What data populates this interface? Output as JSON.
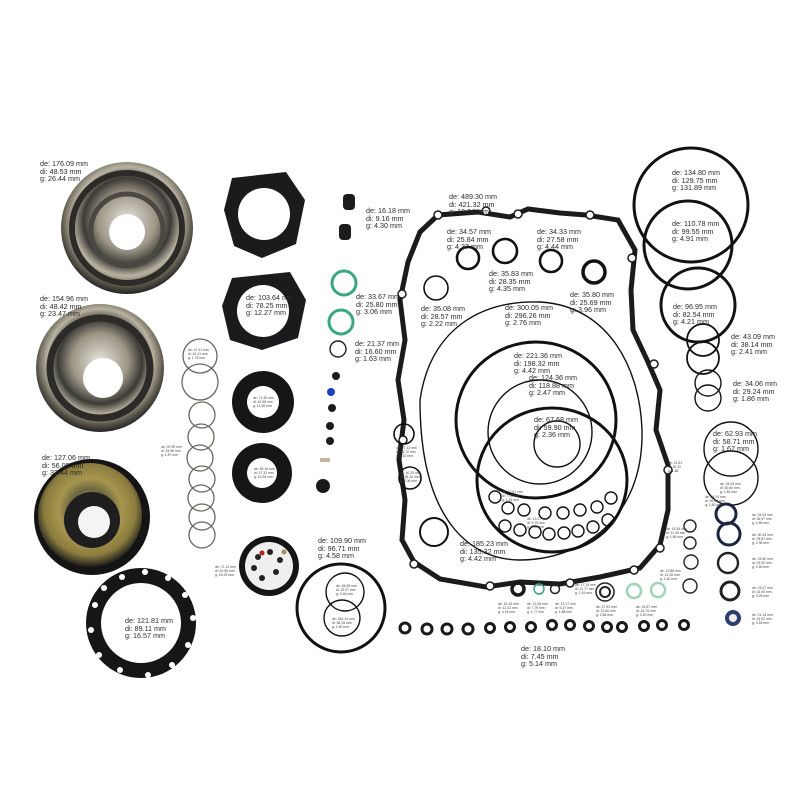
{
  "image": {
    "subject": "Automatic transmission overhaul gasket and seal kit with dimension annotations",
    "background_color": "#ffffff",
    "colors": {
      "rubber_black": "#1a1a1c",
      "metal_piston": "#8a8372",
      "metal_piston_gold": "#9a8b54",
      "green_ring": "#3aa77f",
      "blue_ball": "#1f3cc2",
      "label_text": "#2b2b2b"
    }
  },
  "labels": [
    {
      "id": "piston-1",
      "de": "de: 176.09 mm",
      "di": "di: 48.53 mm",
      "g": "g: 26.44 mm"
    },
    {
      "id": "piston-2",
      "de": "de: 154.96 mm",
      "di": "di: 48.42 mm",
      "g": "g: 23.47 mm"
    },
    {
      "id": "piston-3",
      "de": "de: 127.06 mm",
      "di": "di: 56.05 mm",
      "g": "g: 32.44 mm"
    },
    {
      "id": "gasket-round",
      "de": "de: 121.81 mm",
      "di": "di: 89.11 mm",
      "g": "g: 16.57 mm"
    },
    {
      "id": "gasket-square",
      "de": "de: 103.64 mm",
      "di": "di: 78.25 mm",
      "g": "g: 12.27 mm"
    },
    {
      "id": "plug-seal",
      "de": "de: 16.18 mm",
      "di": "di: 9.16 mm",
      "g": "g: 4.30 mm"
    },
    {
      "id": "green-ring",
      "de": "de: 33.67 mm",
      "di": "di: 25.80 mm",
      "g": "g: 3.06 mm"
    },
    {
      "id": "small-oring",
      "de": "de: 21.37 mm",
      "di": "di: 16.60 mm",
      "g": "g: 1.63 mm"
    },
    {
      "id": "main-gasket",
      "de": "de: 489.30 mm",
      "di": "di: 421.32 mm",
      "g": "g: 18.04 mm"
    },
    {
      "id": "oring-a",
      "de": "de: 34.57 mm",
      "di": "di: 25.84 mm",
      "g": "g: 4.37 mm"
    },
    {
      "id": "oring-b",
      "de": "de: 35.83 mm",
      "di": "di: 28.35 mm",
      "g": "g: 4.35 mm"
    },
    {
      "id": "oring-c",
      "de": "de: 34.33 mm",
      "di": "di: 27.58 mm",
      "g": "g: 4.44 mm"
    },
    {
      "id": "oring-d",
      "de": "de: 35.80 mm",
      "di": "di: 25.69 mm",
      "g": "g: 3.96 mm"
    },
    {
      "id": "oring-e",
      "de": "de: 35.08 mm",
      "di": "di: 28.57 mm",
      "g": "g: 2.22 mm"
    },
    {
      "id": "oring-300",
      "de": "de: 300.05 mm",
      "di": "di: 296.26 mm",
      "g": "g: 2.76 mm"
    },
    {
      "id": "oring-221",
      "de": "de: 221.36 mm",
      "di": "di: 198.32 mm",
      "g": "g: 4.42 mm"
    },
    {
      "id": "oring-124",
      "de": "de: 124.36 mm",
      "di": "di: 118.88 mm",
      "g": "g: 2.47 mm"
    },
    {
      "id": "oring-67",
      "de": "de: 67.68 mm",
      "di": "di: 59.90 mm",
      "g": "g: 2.36 mm"
    },
    {
      "id": "oring-185",
      "de": "de: 185.23 mm",
      "di": "di: 135.32 mm",
      "g": "g: 4.42 mm"
    },
    {
      "id": "oring-134",
      "de": "de: 134.80 mm",
      "di": "di: 129.75 mm",
      "g": "g: 131.89 mm"
    },
    {
      "id": "oring-110",
      "de": "de: 110.78 mm",
      "di": "di: 99.55 mm",
      "g": "g: 4.91 mm"
    },
    {
      "id": "oring-96",
      "de": "de: 96.95 mm",
      "di": "di: 82.54 mm",
      "g": "g: 4.21 mm"
    },
    {
      "id": "oring-43",
      "de": "de: 43.09 mm",
      "di": "di: 38.14 mm",
      "g": "g: 2.41 mm"
    },
    {
      "id": "oring-34r",
      "de": "de: 34.06 mm",
      "di": "di: 29.24 mm",
      "g": "g: 1.86 mm"
    },
    {
      "id": "oring-62",
      "de": "de: 62.93 mm",
      "di": "di: 58.71 mm",
      "g": "g: 1.67 mm"
    },
    {
      "id": "oring-109",
      "de": "de: 109.90 mm",
      "di": "di: 96.71 mm",
      "g": "g: 4.58 mm"
    },
    {
      "id": "small-seal-row",
      "de": "de: 18.10 mm",
      "di": "di: 7.45 mm",
      "g": "g: 5.14 mm"
    }
  ],
  "tiny_labels": [
    {
      "id": "t1",
      "lines": [
        "de: 47.41 mm",
        "di: 43.41 mm",
        "g: 1.75 mm"
      ]
    },
    {
      "id": "t2",
      "lines": [
        "de: 20.95 mm",
        "di: 15.56 mm",
        "g: 1.87 mm"
      ]
    },
    {
      "id": "t3",
      "lines": [
        "de: 71.45 mm",
        "di: 44.98 mm",
        "g: 14.69 mm"
      ]
    },
    {
      "id": "t4",
      "lines": [
        "de: 59.16 mm",
        "di: 37.32 mm",
        "g: 10.94 mm"
      ]
    },
    {
      "id": "t5",
      "lines": [
        "de: 71.12 mm",
        "di: 51.55 mm",
        "g: 15.29 mm"
      ]
    },
    {
      "id": "t6",
      "lines": [
        "de: 45.06 mm",
        "di: 32.07 mm",
        "g: 2.46 mm"
      ]
    },
    {
      "id": "t7",
      "lines": [
        "de: 440.14 mm",
        "di: 38.15 mm",
        "g: 1.60 mm"
      ]
    },
    {
      "id": "t8",
      "lines": [
        "de: 27.13 mm",
        "di: 21.72 mm",
        "g: 2.10 mm"
      ]
    },
    {
      "id": "t9",
      "lines": [
        "de: 40.20 mm",
        "di: 35.26 mm",
        "g: 2.06 mm"
      ]
    },
    {
      "id": "t10",
      "lines": [
        "de: 12.61 mm",
        "di: 7.93 mm",
        "g: 1.92 mm"
      ]
    },
    {
      "id": "t11",
      "lines": [
        "de: 13.07 mm",
        "di: 9.79 mm",
        "g: 1.48 mm"
      ]
    },
    {
      "id": "t12",
      "lines": [
        "de: 18.16 mm",
        "di: 12.02 mm",
        "g: 4.15 mm"
      ]
    },
    {
      "id": "t13",
      "lines": [
        "de: 12.06 mm",
        "di: 7.79 mm",
        "g: 1.77 mm"
      ]
    },
    {
      "id": "t14",
      "lines": [
        "de: 13.17 mm",
        "di: 9.37 mm",
        "g: 1.88 mm"
      ]
    },
    {
      "id": "t15",
      "lines": [
        "de: 17.15 mm",
        "di: 11.77 mm",
        "g: 1.91 mm"
      ]
    },
    {
      "id": "t16",
      "lines": [
        "de: 27.93 mm",
        "di: 22.60 mm",
        "g: 2.66 mm"
      ]
    },
    {
      "id": "t17",
      "lines": [
        "de: 31.87 mm",
        "di: 24.75 mm",
        "g: 2.40 mm"
      ]
    },
    {
      "id": "t18",
      "lines": [
        "de: 15.34 mm",
        "di: 11.49 mm",
        "g: 1.56 mm"
      ]
    },
    {
      "id": "t19",
      "lines": [
        "de: 13.86 mm",
        "di: 10.28 mm",
        "g: 1.62 mm"
      ]
    },
    {
      "id": "t20",
      "lines": [
        "de: 34.04 mm",
        "di: 30.64 mm",
        "g: 1.80 mm"
      ]
    },
    {
      "id": "t21",
      "lines": [
        "de: 34.04 mm",
        "di: 28.57 mm",
        "g: 1.85 mm"
      ]
    },
    {
      "id": "t22",
      "lines": [
        "de: 30.34 mm",
        "di: 25.87 mm",
        "g: 2.98 mm"
      ]
    },
    {
      "id": "t23",
      "lines": [
        "de: 23.50 mm",
        "di: 13.92 mm",
        "g: 2.50 mm"
      ]
    },
    {
      "id": "t24",
      "lines": [
        "de: 23.07 mm",
        "di: 14.00 mm",
        "g: 4.25 mm"
      ]
    },
    {
      "id": "t25",
      "lines": [
        "de: 21.14 mm",
        "di: 15.02 mm",
        "g: 3.18 mm"
      ]
    },
    {
      "id": "t26",
      "lines": [
        "de: 34.04 mm",
        "di: 30.60 mm",
        "g: 1.82 mm"
      ]
    },
    {
      "id": "t27",
      "lines": [
        "de: 21.61",
        "di: 16.32",
        "g: 1.88"
      ]
    }
  ]
}
